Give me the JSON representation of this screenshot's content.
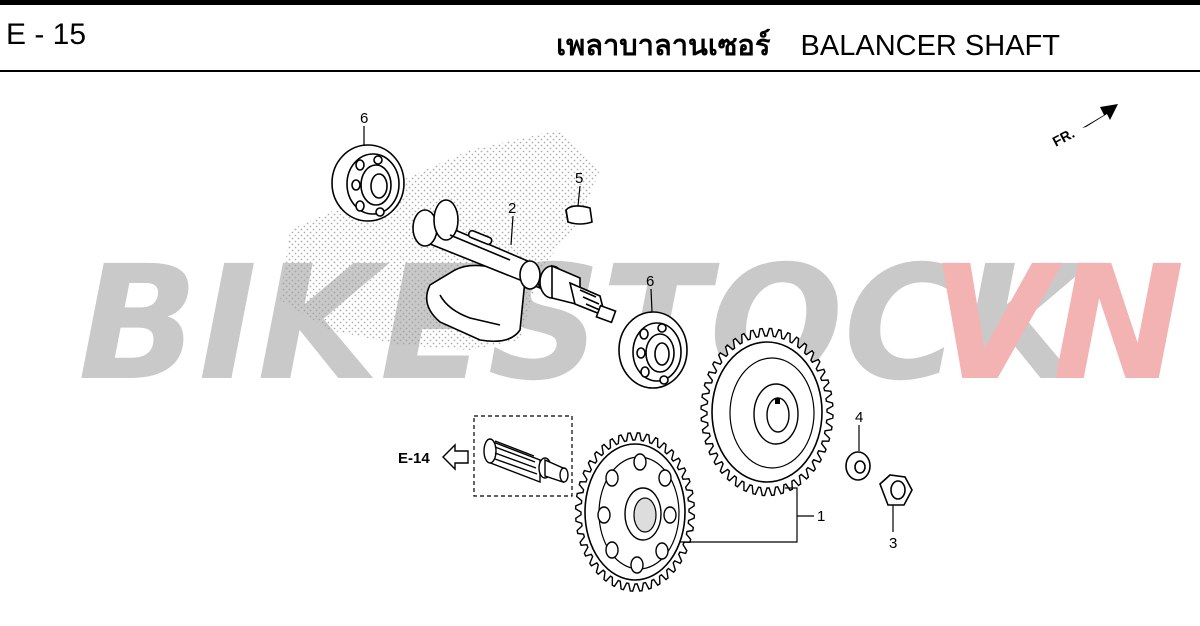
{
  "header": {
    "page_code": "E - 15",
    "title_thai": "เพลาบาลานเซอร์",
    "title_en": "BALANCER SHAFT"
  },
  "watermark": {
    "text_main": "BIKESTOCK",
    "text_accent": "VN",
    "color_main": "#c9c9c9",
    "color_accent": "#f3b3b3"
  },
  "front_indicator": {
    "label": "FR."
  },
  "reference": {
    "label": "E-14"
  },
  "callouts": {
    "part_1": "1",
    "part_2": "2",
    "part_3": "3",
    "part_4": "4",
    "part_5": "5",
    "part_6_top": "6",
    "part_6_mid": "6"
  }
}
